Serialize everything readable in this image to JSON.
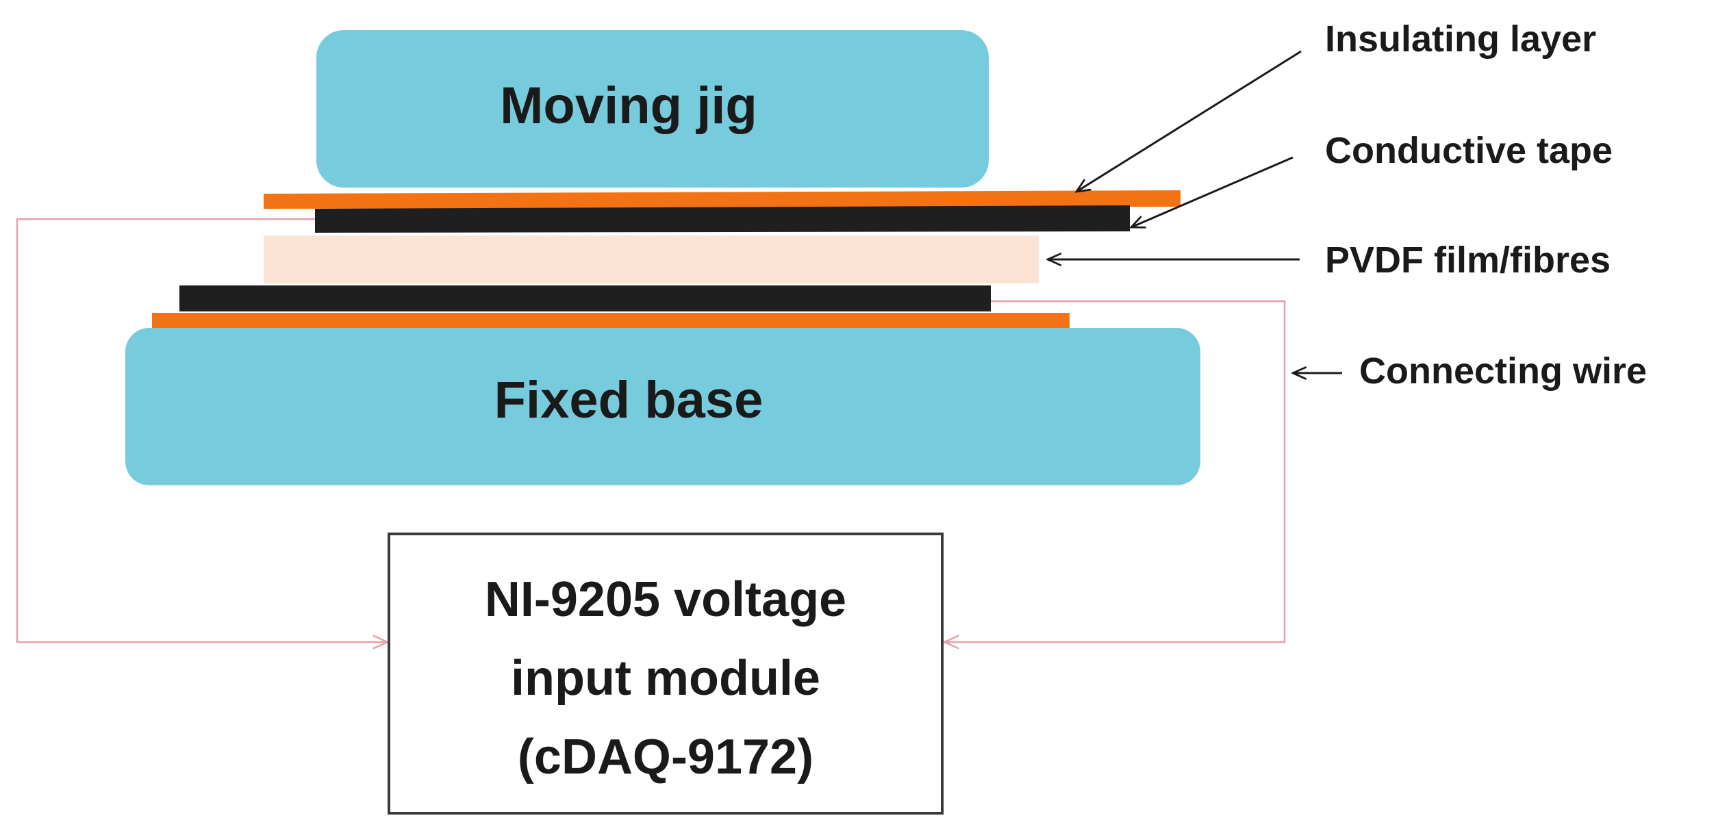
{
  "blocks": {
    "moving_jig": "Moving jig",
    "fixed_base": "Fixed base"
  },
  "module": {
    "lines": [
      "NI-9205 voltage",
      "input module",
      "(cDAQ-9172)"
    ]
  },
  "callouts": {
    "insulating_layer": "Insulating layer",
    "conductive_tape": "Conductive tape",
    "pvdf": "PVDF film/fibres",
    "connecting_wire": "Connecting wire"
  },
  "colors": {
    "block_fill": "#76cbdc",
    "insulating": "#f37314",
    "conductive": "#1f1f1f",
    "pvdf": "#fde3d4",
    "wire": "#e8a0a8",
    "module_border": "#3a3a3a",
    "arrow": "#1a1a1a"
  }
}
